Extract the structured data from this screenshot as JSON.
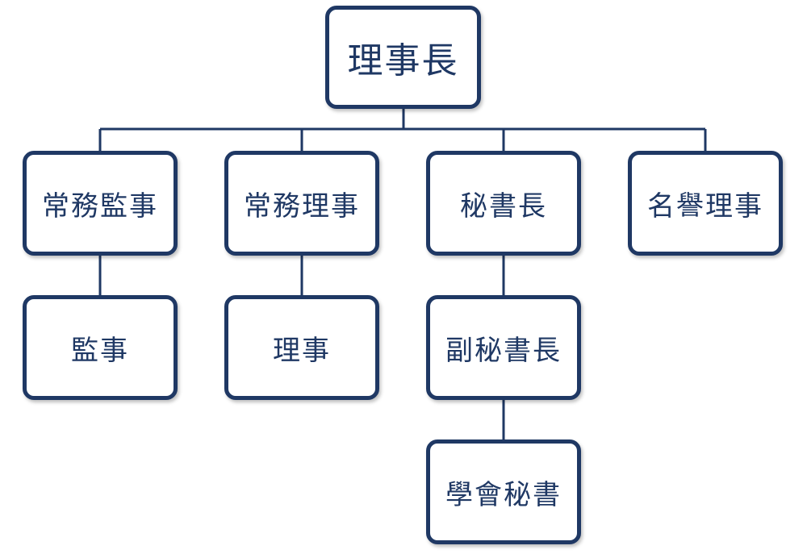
{
  "chart": {
    "root": "理事長",
    "level1": [
      "常務監事",
      "常務理事",
      "秘書長",
      "名譽理事"
    ],
    "level2": [
      "監事",
      "理事",
      "副秘書長"
    ],
    "level3": [
      "學會秘書"
    ]
  },
  "colors": {
    "border": "#1f3864",
    "text": "#1f3864",
    "connector": "#1f3864",
    "background": "#ffffff"
  }
}
